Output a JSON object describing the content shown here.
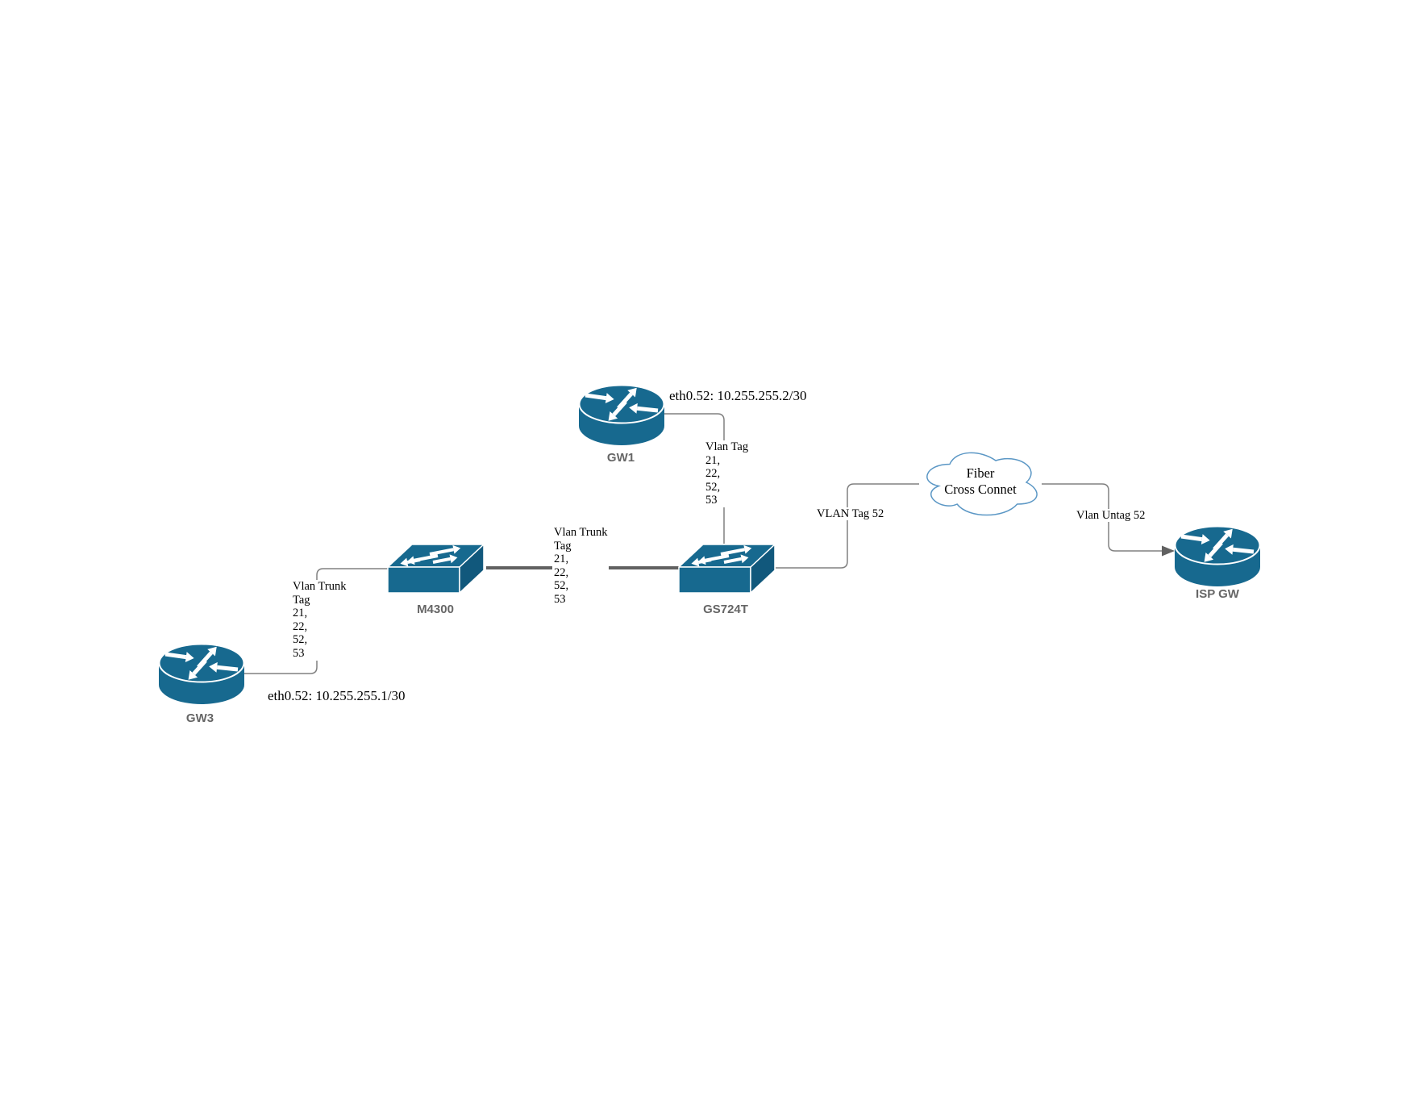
{
  "devices": {
    "gw1": "GW1",
    "gw3": "GW3",
    "m4300": "M4300",
    "gs724t": "GS724T",
    "isp_gw": "ISP GW"
  },
  "cloud": {
    "lines": [
      "Fiber",
      "Cross Connet"
    ]
  },
  "labels": {
    "gw1_eth": "eth0.52: 10.255.255.2/30",
    "gw3_eth": "eth0.52: 10.255.255.1/30",
    "gw1_vlan": {
      "lines": [
        "Vlan Tag",
        "21,",
        "22,",
        "52,",
        "53"
      ]
    },
    "mid_trunk": {
      "lines": [
        "Vlan Trunk",
        "Tag",
        "21,",
        "22,",
        "52,",
        "53"
      ]
    },
    "gw3_trunk": {
      "lines": [
        "Vlan Trunk",
        "Tag",
        "21,",
        "22,",
        "52,",
        "53"
      ]
    },
    "vlan_tag_52": "VLAN Tag 52",
    "vlan_untag_52": "Vlan Untag 52"
  },
  "colors": {
    "canvas_bg": "#ffffff",
    "device_fill": "#17698f",
    "device_side_fill": "#11587c",
    "device_label_color": "#666666",
    "line_color": "#808080",
    "trunk_line_color": "#616161",
    "cloud_stroke": "#5b97c5",
    "text_color": "#000000"
  }
}
